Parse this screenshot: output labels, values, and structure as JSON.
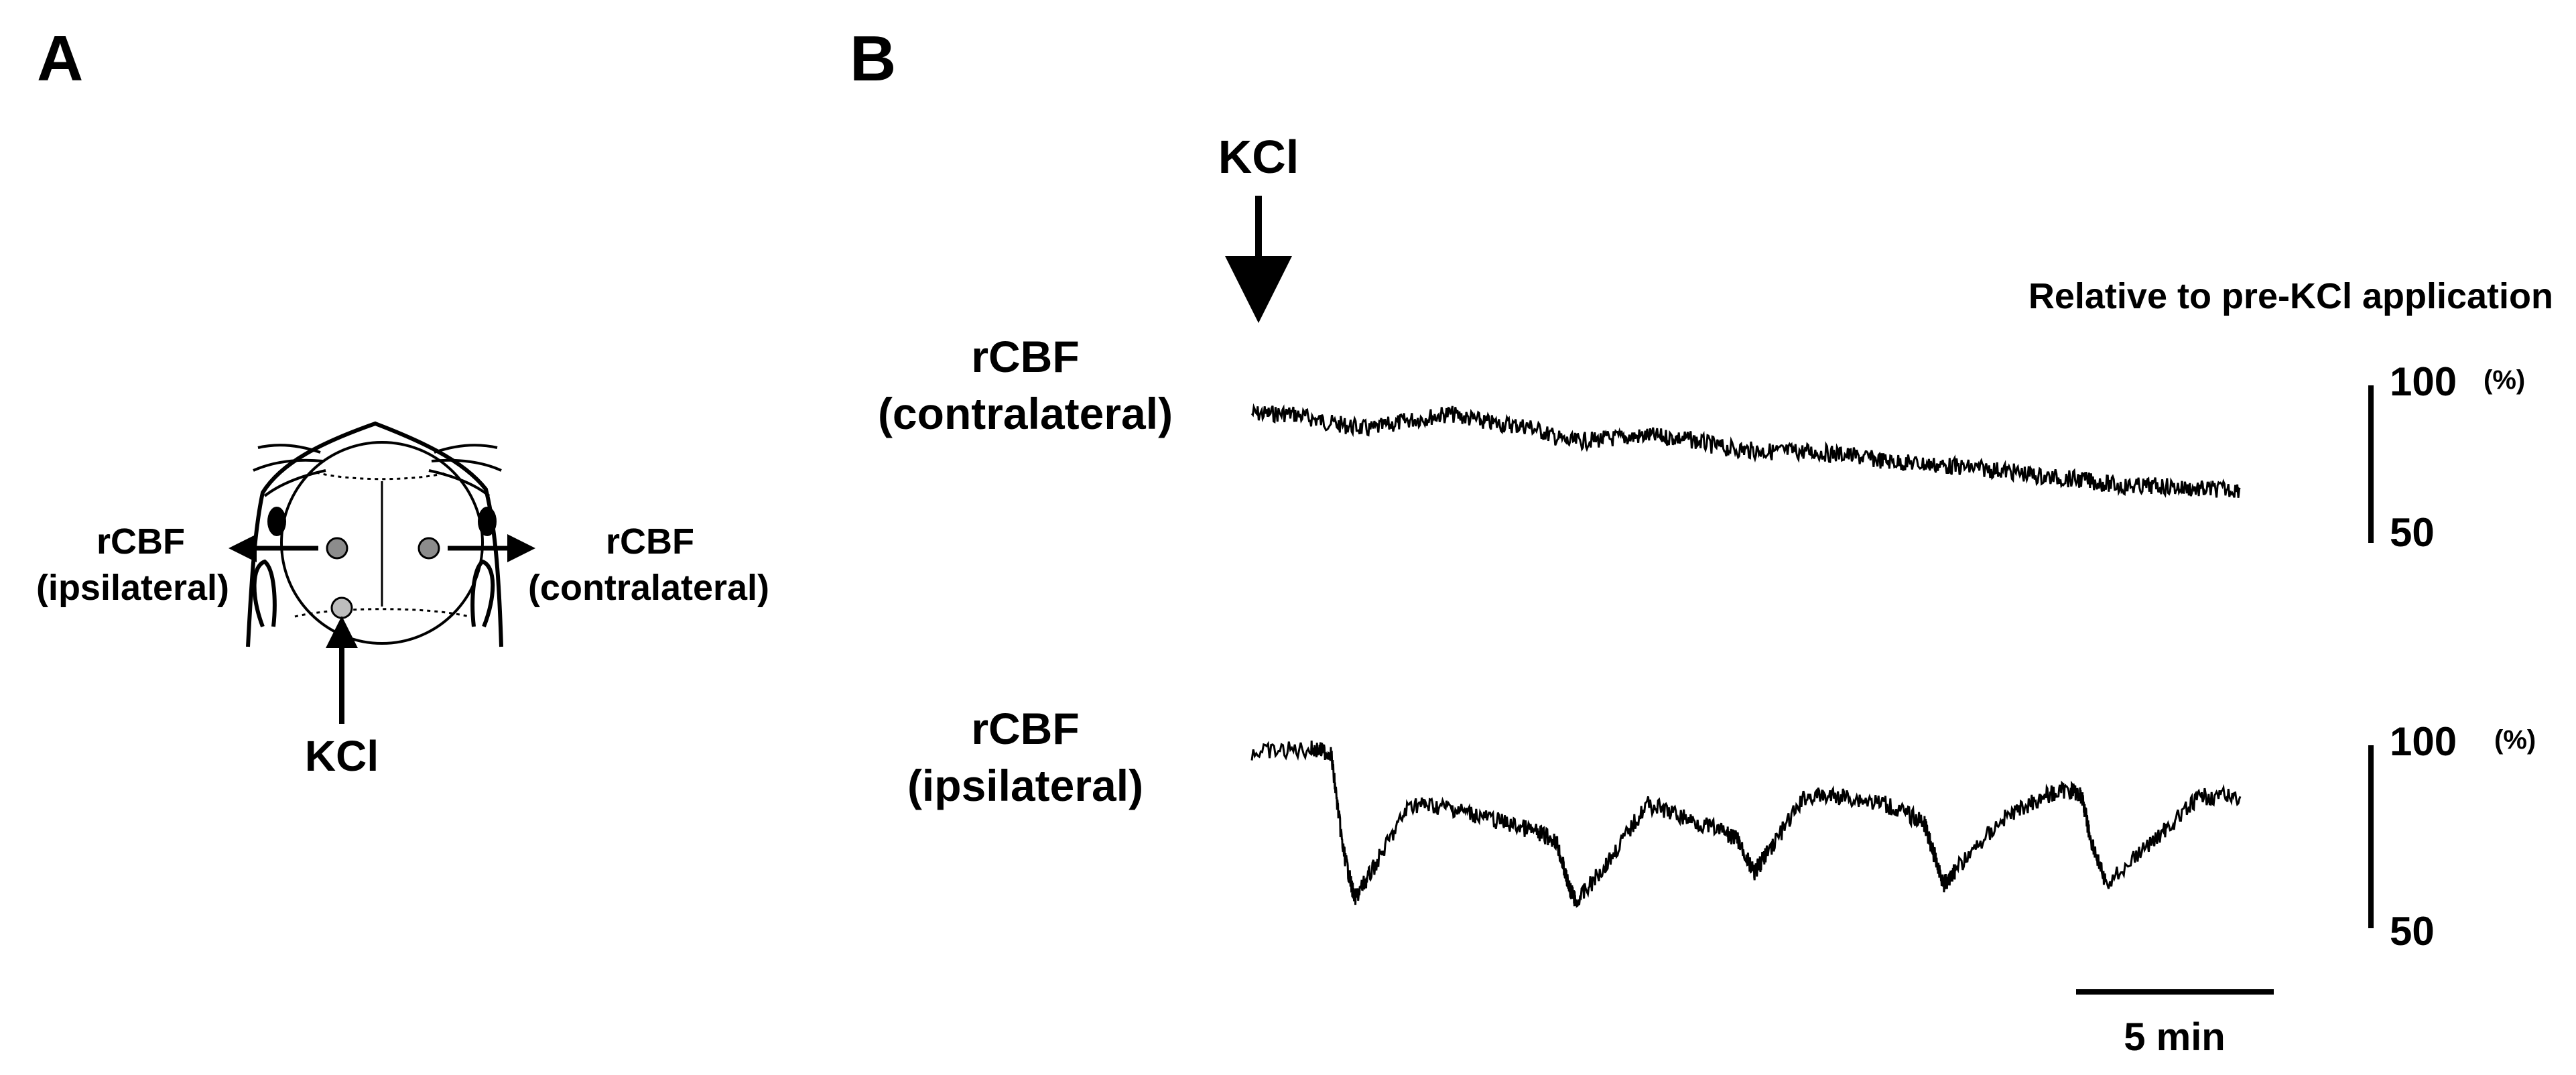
{
  "panels": {
    "a": {
      "letter": "A"
    },
    "b": {
      "letter": "B"
    }
  },
  "diagram": {
    "left_label_line1": "rCBF",
    "left_label_line2": "(ipsilateral)",
    "right_label_line1": "rCBF",
    "right_label_line2": "(contralateral)",
    "kcl_label": "KCl"
  },
  "traces": {
    "kcl_marker": "KCl",
    "reference_note": "Relative to pre-KCl application",
    "scale_time_label": "5 min",
    "scale_unit": "(%)",
    "scale_top": "100",
    "scale_bottom": "50"
  },
  "colors": {
    "ink": "#000000",
    "probe_fill": "#8c8c8c",
    "kcl_site_fill": "#bdbdbd"
  },
  "chart_data": [
    {
      "type": "line",
      "title": "",
      "row_label_line1": "rCBF",
      "row_label_line2": "(contralateral)",
      "xlabel": "",
      "ylabel": "",
      "xunit": "min",
      "yunit": "%",
      "ylim": [
        50,
        100
      ],
      "grid": false,
      "legend": "none",
      "x": [
        0,
        1,
        2,
        3,
        4,
        5,
        6,
        7,
        8,
        9,
        10,
        11,
        12,
        13,
        14,
        15,
        16,
        17,
        18,
        19,
        20,
        21,
        22,
        23,
        24,
        25
      ],
      "y": [
        91,
        91,
        88,
        86,
        89,
        91,
        88,
        87,
        82,
        83,
        84,
        83,
        80,
        79,
        79,
        78,
        76,
        75,
        74,
        73,
        71,
        70,
        68,
        68,
        67,
        67
      ]
    },
    {
      "type": "line",
      "title": "",
      "row_label_line1": "rCBF",
      "row_label_line2": "(ipsilateral)",
      "xlabel": "",
      "ylabel": "",
      "xunit": "min",
      "yunit": "%",
      "ylim": [
        50,
        100
      ],
      "grid": false,
      "legend": "none",
      "x": [
        0,
        1.5,
        2.0,
        2.3,
        2.6,
        3.0,
        4.0,
        5.0,
        6.0,
        7.0,
        7.7,
        8.0,
        8.2,
        9.0,
        10.0,
        11.0,
        12.0,
        12.3,
        12.7,
        13.0,
        14.0,
        15.0,
        16.0,
        17.0,
        17.2,
        17.5,
        17.8,
        19.0,
        20.0,
        20.7,
        21.0,
        21.2,
        21.6,
        23.0,
        24.0,
        25.0
      ],
      "y": [
        98,
        99,
        98,
        72,
        58,
        65,
        84,
        83,
        80,
        77,
        74,
        62,
        57,
        68,
        84,
        80,
        76,
        74,
        65,
        70,
        86,
        86,
        84,
        79,
        72,
        62,
        66,
        80,
        86,
        88,
        86,
        75,
        62,
        76,
        86,
        86
      ]
    }
  ]
}
